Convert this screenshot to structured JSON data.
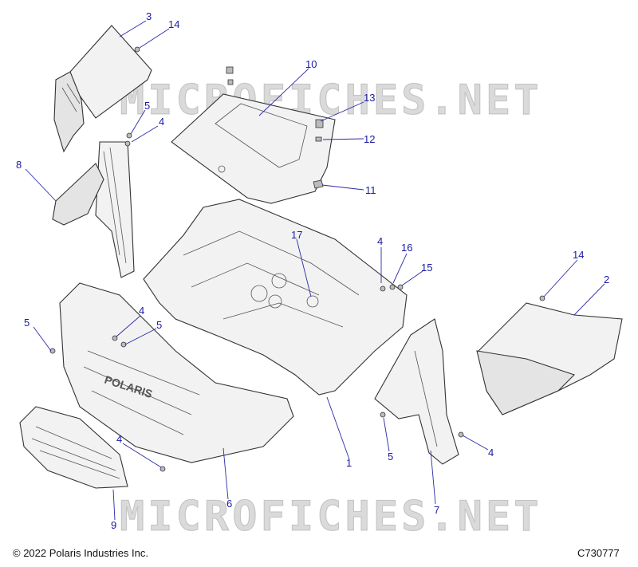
{
  "watermark": {
    "top_text": "MICROFICHES.NET",
    "bottom_text": "MICROFICHES.NET"
  },
  "callouts": [
    {
      "id": "c3",
      "label": "3"
    },
    {
      "id": "c14a",
      "label": "14"
    },
    {
      "id": "c10",
      "label": "10"
    },
    {
      "id": "c13",
      "label": "13"
    },
    {
      "id": "c12",
      "label": "12"
    },
    {
      "id": "c11",
      "label": "11"
    },
    {
      "id": "c5a",
      "label": "5"
    },
    {
      "id": "c4a",
      "label": "4"
    },
    {
      "id": "c8",
      "label": "8"
    },
    {
      "id": "c17",
      "label": "17"
    },
    {
      "id": "c4b",
      "label": "4"
    },
    {
      "id": "c16",
      "label": "16"
    },
    {
      "id": "c15",
      "label": "15"
    },
    {
      "id": "c14b",
      "label": "14"
    },
    {
      "id": "c2",
      "label": "2"
    },
    {
      "id": "c5b",
      "label": "5"
    },
    {
      "id": "c4c",
      "label": "4"
    },
    {
      "id": "c5c",
      "label": "5"
    },
    {
      "id": "c1",
      "label": "1"
    },
    {
      "id": "c5d",
      "label": "5"
    },
    {
      "id": "c4d",
      "label": "4"
    },
    {
      "id": "c4e",
      "label": "4"
    },
    {
      "id": "c6",
      "label": "6"
    },
    {
      "id": "c7",
      "label": "7"
    },
    {
      "id": "c9",
      "label": "9"
    }
  ],
  "parts": {
    "hood": "hood-panel",
    "grille_logo": "POLARIS"
  },
  "footer": {
    "copyright": "© 2022 Polaris Industries Inc.",
    "code": "C730777"
  },
  "colors": {
    "callout": "#1a1aa6",
    "watermark": "#969696",
    "outline": "#333333"
  }
}
